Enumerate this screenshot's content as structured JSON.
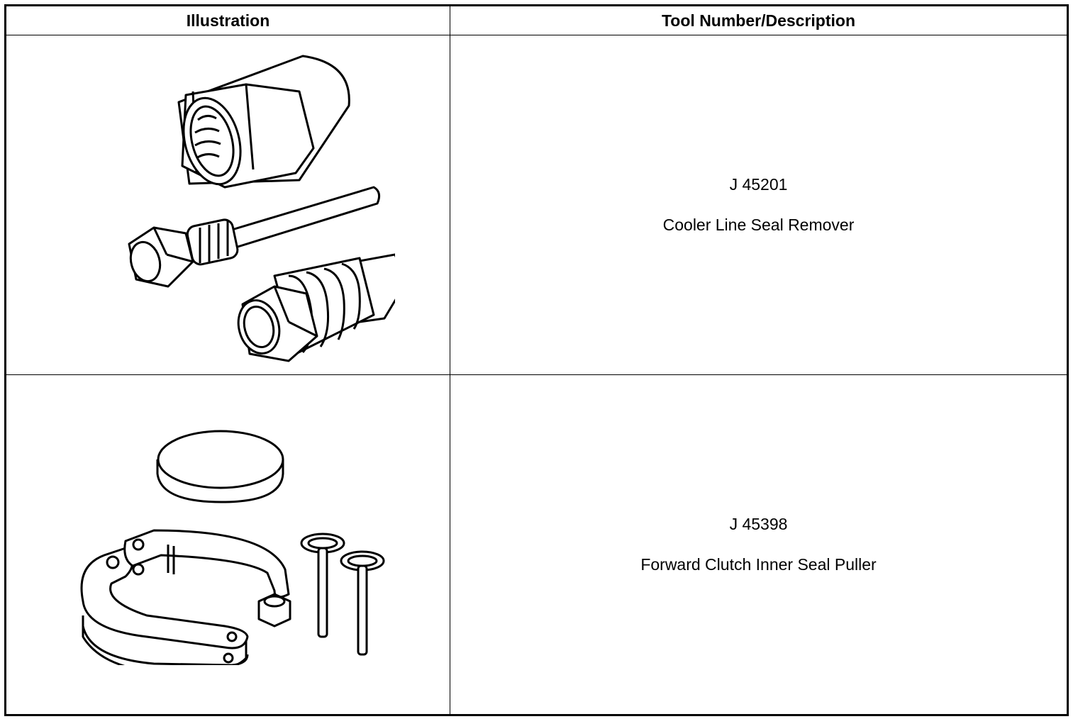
{
  "table": {
    "headers": [
      "Illustration",
      "Tool Number/Description"
    ],
    "rows": [
      {
        "tool_number": "J 45201",
        "description": "Cooler Line Seal Remover"
      },
      {
        "tool_number": "J 45398",
        "description": "Forward Clutch Inner Seal Puller"
      }
    ]
  }
}
